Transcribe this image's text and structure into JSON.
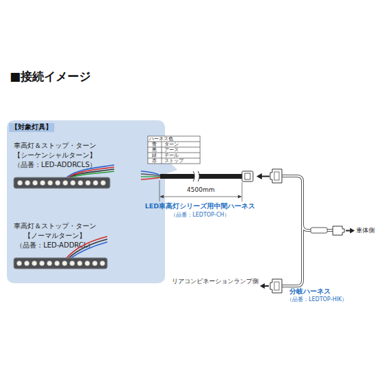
{
  "diagram": {
    "title": "■接続イメージ",
    "nodes": [
      {
        "text": [
          "【対象灯具】",
          "車高灯＆ストップ・ターン",
          "【シーケンシャルターン】",
          "（品番：LED-ADDRCLS）",
          "車高灯＆ストップ・ターン",
          "【ノーマルターン】",
          "（品番：LED-ADDRCL）"
        ]
      }
    ],
    "labels": [
      "ハーネス色",
      "青",
      "ターン",
      "黒",
      "アース",
      "緑",
      "テール",
      "赤",
      "ストップ",
      "4500mm",
      "LED車高灯シリーズ用中間ハーネス",
      "（品番：LEDTOP-CH）",
      "車体側",
      "リアコンビネーションランプ側",
      "分岐ハーネス",
      "（品番：LEDTOP-HIK）"
    ]
  }
}
